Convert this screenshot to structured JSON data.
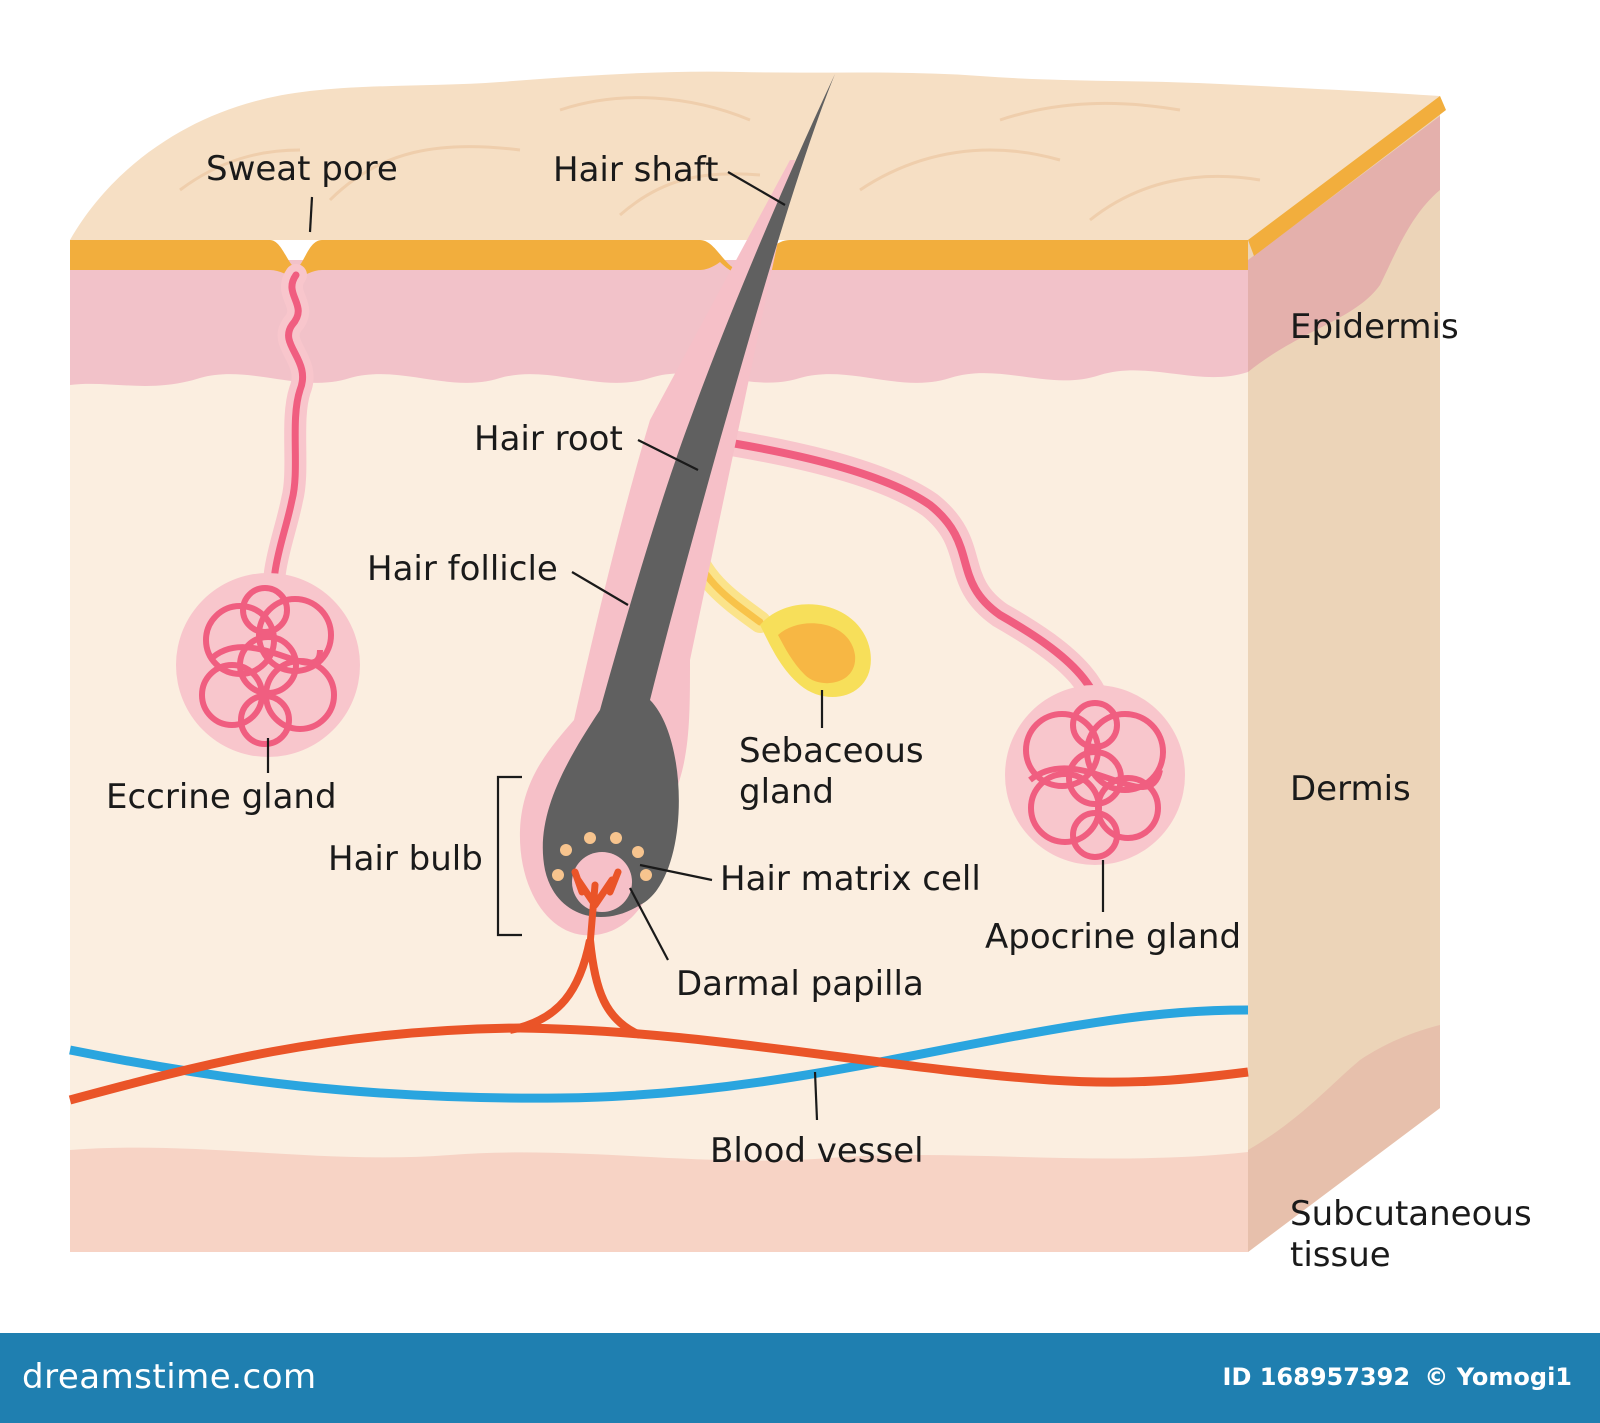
{
  "labels": {
    "sweat_pore": "Sweat pore",
    "hair_shaft": "Hair shaft",
    "epidermis": "Epidermis",
    "hair_root": "Hair root",
    "hair_follicle": "Hair follicle",
    "sebaceous_line1": "Sebaceous",
    "sebaceous_line2": "gland",
    "eccrine_gland": "Eccrine gland",
    "dermis": "Dermis",
    "hair_bulb": "Hair bulb",
    "hair_matrix_cell": "Hair matrix cell",
    "apocrine_gland": "Apocrine gland",
    "darmal_papilla": "Darmal papilla",
    "blood_vessel": "Blood vessel",
    "subcutaneous_line1": "Subcutaneous",
    "subcutaneous_line2": "tissue"
  },
  "footer": {
    "brand": "dreamstime.com",
    "id_text": "ID 168957392",
    "author": "© Yomogi1"
  },
  "colors": {
    "surface": "#f6dfc4",
    "stratum": "#f2ae3d",
    "epidermis": "#f2c2c9",
    "dermis": "#fbeee0",
    "subcutaneous": "#f7d3c5",
    "side": "#ecd4b8",
    "hair": "#606060",
    "gland": "#f05e80",
    "sebaceous": "#f8c34a",
    "artery": "#ea5428",
    "vein": "#2aa5df",
    "footer": "#1f7fb0"
  }
}
